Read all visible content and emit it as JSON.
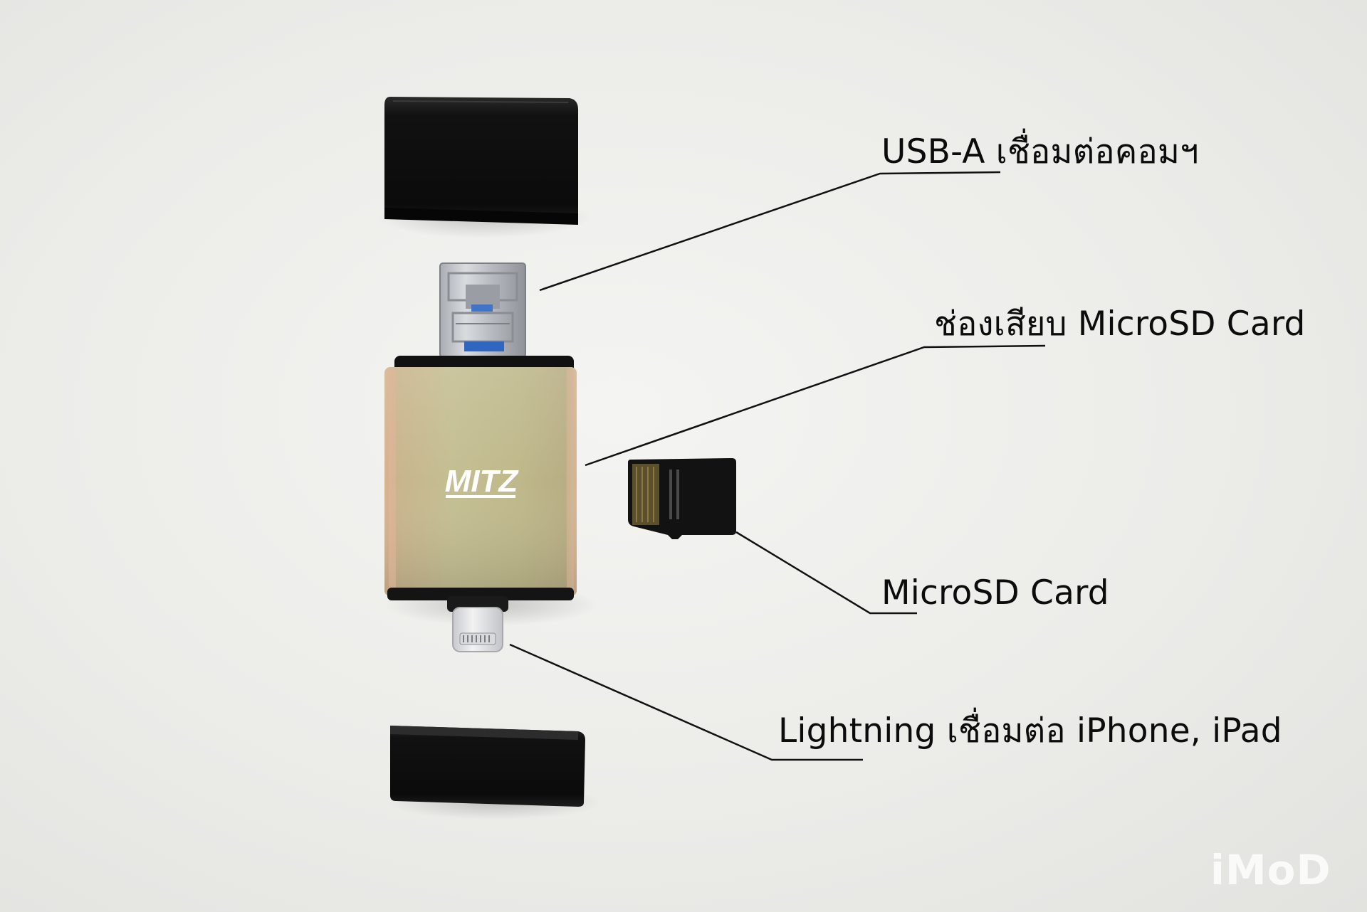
{
  "labels": {
    "usb_a": "USB-A เชื่อมต่อคอมฯ",
    "microsd_slot": "ช่องเสียบ MicroSD Card",
    "microsd_card": "MicroSD Card",
    "lightning": "Lightning เชื่อมต่อ iPhone, iPad"
  },
  "product": {
    "logo_text": "MITZ"
  },
  "watermark": {
    "text": "iMoD"
  },
  "colors": {
    "background": "#ececea",
    "cap": "#141414",
    "body_gold": "#c9bd8e",
    "label_text": "#0c0c0c",
    "leader_line": "#111111"
  }
}
